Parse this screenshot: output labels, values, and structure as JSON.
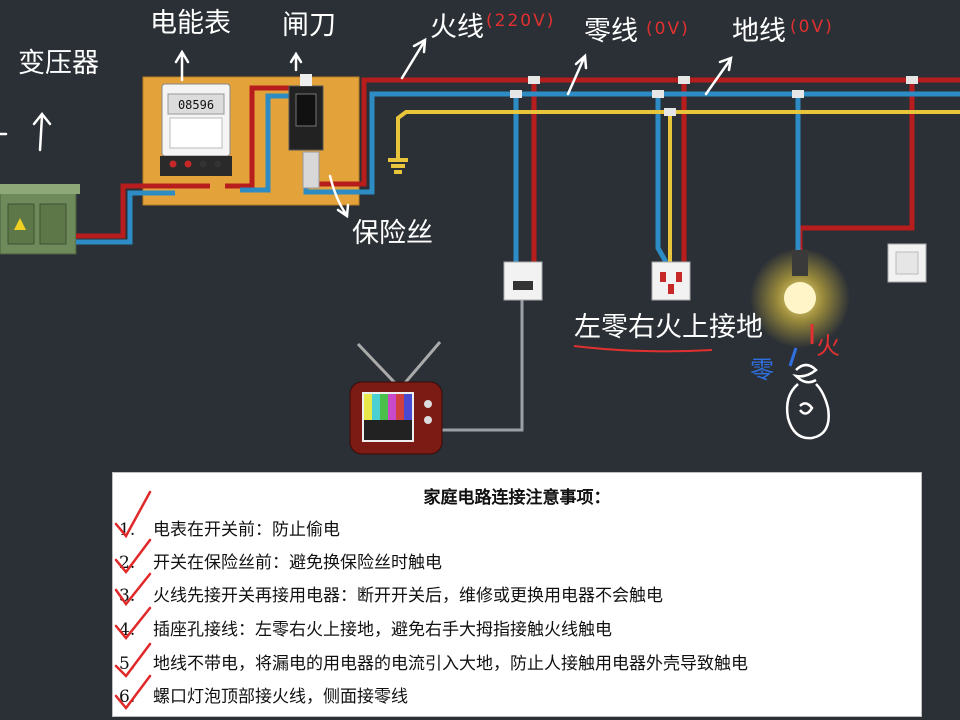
{
  "labels": {
    "transformer": "变压器",
    "meter": "电能表",
    "switch": "闸刀",
    "live": "火线",
    "live_voltage": "(220V)",
    "neutral": "零线",
    "neutral_voltage": "(0V)",
    "ground": "地线",
    "ground_voltage": "(0V)",
    "fuse": "保险丝",
    "socket_rule": "左零右火上接地",
    "bulb_neutral": "零",
    "bulb_live": "火"
  },
  "meter_reading": "08596",
  "notes": {
    "title": "家庭电路连接注意事项：",
    "items": [
      {
        "num": "1.",
        "text": "电表在开关前：防止偷电"
      },
      {
        "num": "2.",
        "text": "开关在保险丝前：避免换保险丝时触电"
      },
      {
        "num": "3.",
        "text": "火线先接开关再接用电器：断开开关后，维修或更换用电器不会触电"
      },
      {
        "num": "4.",
        "text": "插座孔接线：左零右火上接地，避免右手大拇指接触火线触电"
      },
      {
        "num": "5.",
        "text": "地线不带电，将漏电的用电器的电流引入大地，防止人接触用电器外壳导致触电"
      },
      {
        "num": "6.",
        "text": "螺口灯泡顶部接火线，侧面接零线"
      }
    ]
  },
  "colors": {
    "live_wire": "#b81d1d",
    "neutral_wire": "#2e8cc4",
    "ground_wire": "#e8c53a",
    "board": "#e4a23a",
    "annotation_red": "#e03030",
    "annotation_blue": "#2f6fe0",
    "check_red": "#e02828"
  }
}
